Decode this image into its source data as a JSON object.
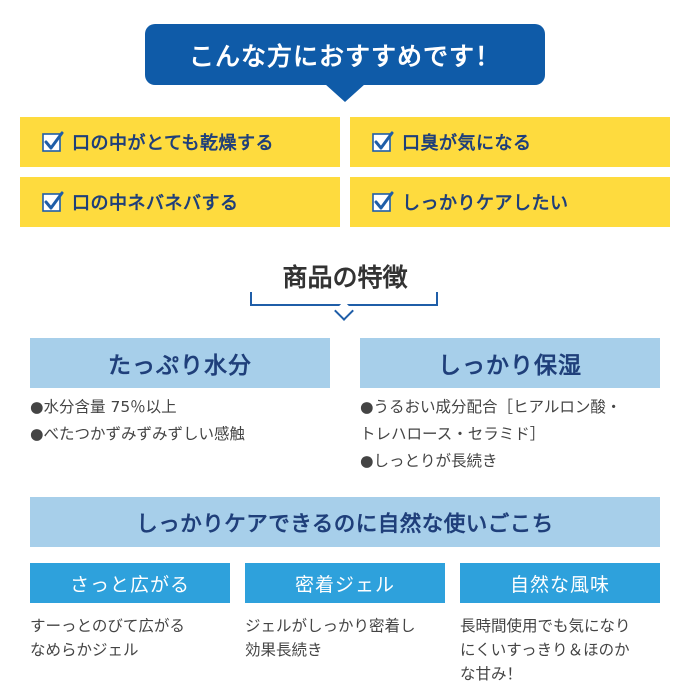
{
  "header": {
    "title": "こんな方におすすめです！"
  },
  "checklist": [
    {
      "label": "口の中がとても乾燥する",
      "icon": "checkmark-icon"
    },
    {
      "label": "口臭が気になる",
      "icon": "checkmark-icon"
    },
    {
      "label": "口の中ネバネバする",
      "icon": "checkmark-icon"
    },
    {
      "label": "しっかりケアしたい",
      "icon": "checkmark-icon"
    }
  ],
  "features": {
    "title": "商品の特徴",
    "left": {
      "heading": "たっぷり水分",
      "bullets": [
        "●水分含量 75％以上",
        "●べたつかずみずみずしい感触"
      ]
    },
    "right": {
      "heading": "しっかり保湿",
      "bullets": [
        "●うるおい成分配合［ヒアルロン酸・",
        "トレハロース・セラミド］",
        "●しっとりが長続き"
      ]
    },
    "natural": {
      "heading": "しっかりケアできるのに自然な使いごこち",
      "items": [
        {
          "heading": "さっと広がる",
          "lines": [
            "すーっとのびて広がる",
            "なめらかジェル"
          ]
        },
        {
          "heading": "密着ジェル",
          "lines": [
            "ジェルがしっかり密着し",
            "効果長続き"
          ]
        },
        {
          "heading": "自然な風味",
          "lines": [
            "長時間使用でも気になり",
            "にくいすっきり＆ほのか",
            "な甘み！"
          ]
        }
      ]
    }
  },
  "colors": {
    "header_blue": "#0f5ba8",
    "check_yellow": "#fedb3e",
    "check_blue": "#1f5ea8",
    "light_blue": "#a7cfea",
    "sub_blue": "#2ea1dc"
  }
}
